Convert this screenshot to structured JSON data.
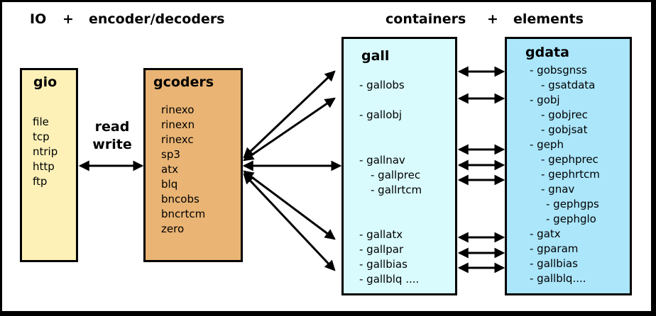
{
  "headings": {
    "io": "IO",
    "plus_left": "+",
    "encoder_decoders": "encoder/decoders",
    "containers": "containers",
    "plus_right": "+",
    "elements": "elements"
  },
  "gio": {
    "title": "gio",
    "items": [
      "file",
      "tcp",
      "ntrip",
      "http",
      "ftp"
    ],
    "color": "#fdf1b8"
  },
  "rw": {
    "read": "read",
    "write": "write"
  },
  "gcoders": {
    "title": "gcoders",
    "items": [
      "rinexo",
      "rinexn",
      "rinexc",
      "sp3",
      "atx",
      "blq",
      "bncobs",
      "bncrtcm",
      "zero"
    ],
    "color": "#e9b474"
  },
  "gall": {
    "title": "gall",
    "items": [
      "- gallobs",
      "- gallobj",
      "- gallnav",
      "- gallprec",
      "- gallrtcm",
      "- gallatx",
      "- gallpar",
      "- gallbias",
      "- gallblq ...."
    ],
    "color": "#d9fbfd"
  },
  "gdata": {
    "title": "gdata",
    "items": [
      "- gobsgnss",
      "- gsatdata",
      "- gobj",
      "- gobjrec",
      "- gobjsat",
      "- geph",
      "- gephprec",
      "- gephrtcm",
      "- gnav",
      "- gephgps",
      "- gephglo",
      "- gatx",
      "- gparam",
      "- gallbias",
      "- gallblq...."
    ],
    "color": "#abe6fb"
  }
}
